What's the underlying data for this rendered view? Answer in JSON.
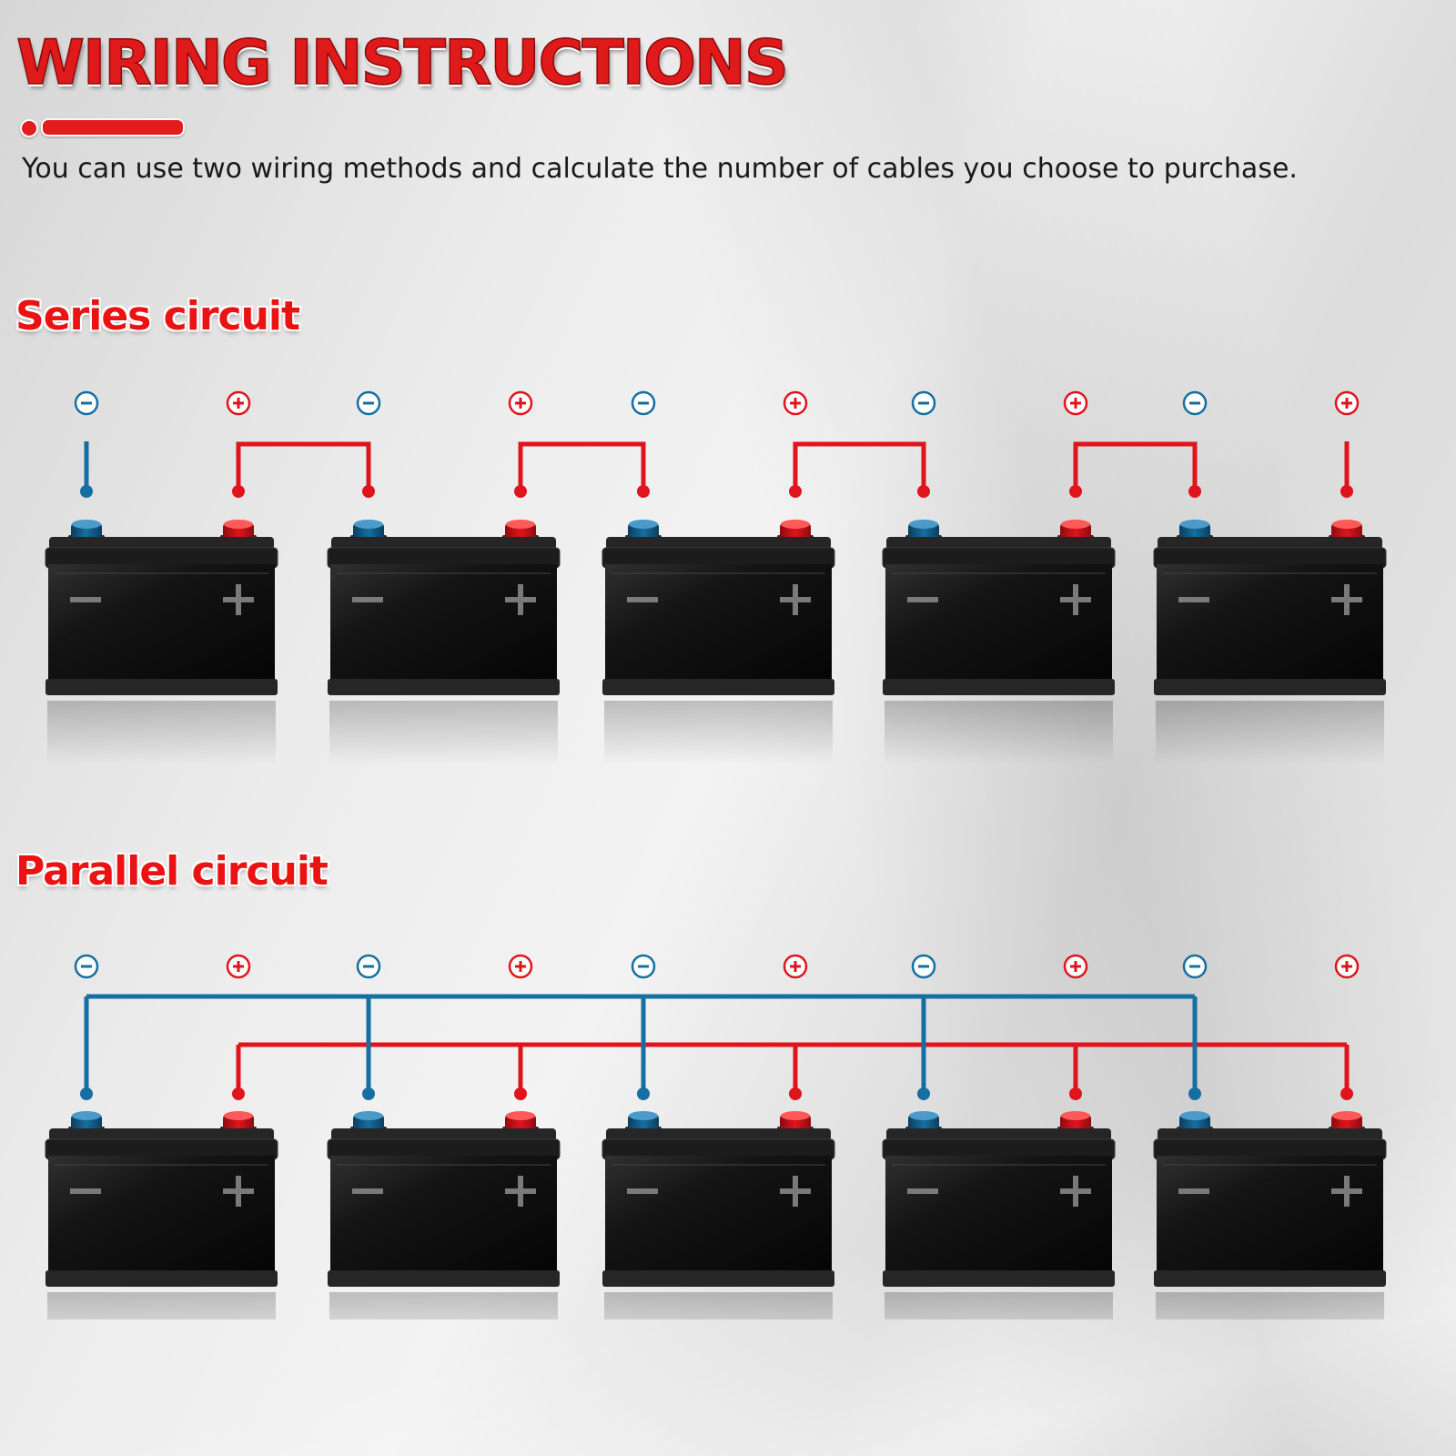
{
  "header": {
    "title": "WIRING INSTRUCTIONS",
    "description": "You can use two wiring methods and calculate the number of cables you choose to purchase."
  },
  "series": {
    "title": "Series circuit"
  },
  "parallel": {
    "title": "Parallel circuit"
  },
  "battery_count": 5,
  "colors": {
    "positive": "#e0141c",
    "negative": "#156fa0",
    "battery_body": "#141414",
    "title_red": "#e01a1a"
  },
  "icons": {
    "positive": "plus-circle-icon",
    "negative": "minus-circle-icon"
  }
}
